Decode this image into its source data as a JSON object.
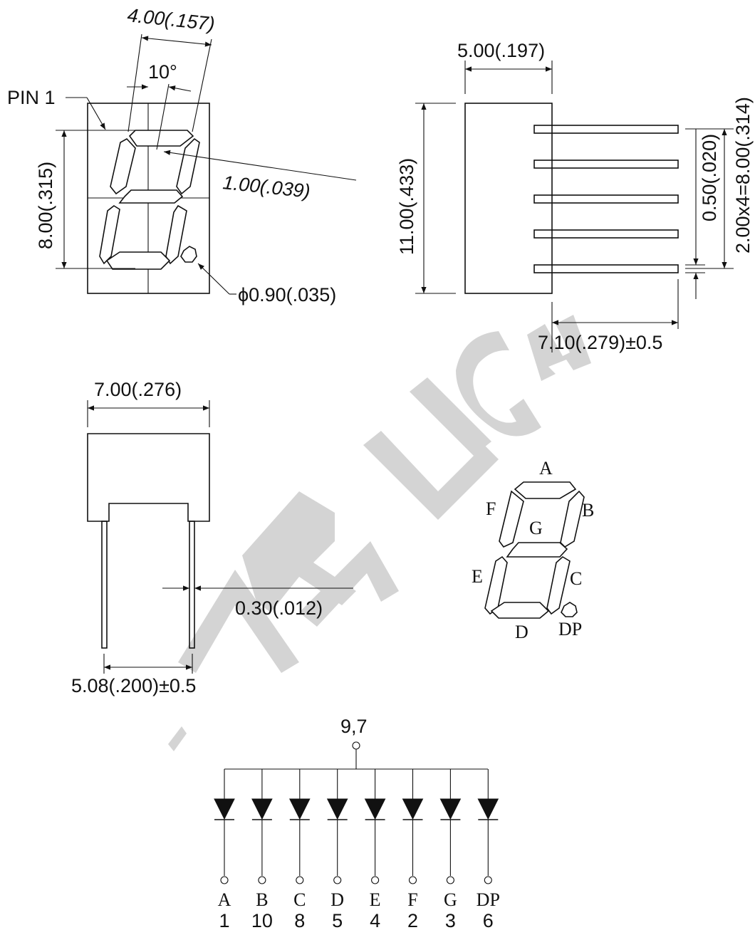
{
  "watermark": {
    "text": "ARA LIGHT",
    "visible_text": "ARA LIGH",
    "color": "#d4d4d4"
  },
  "front_view": {
    "pin1_label": "PIN 1",
    "width_dim": "4.00(.157)",
    "slant_angle": "10°",
    "height_dim": "8.00(.315)",
    "segment_width_dim": "1.00(.039)",
    "dp_dim": "ϕ0.90(.035)"
  },
  "side_view": {
    "depth_dim": "5.00(.197)",
    "height_dim": "11.00(.433)",
    "pin_thickness_dim": "0.50(.020)",
    "pin_pitch_dim": "2.00x4=8.00(.314)",
    "pin_length_dim": "7.10(.279)±0.5"
  },
  "bottom_view": {
    "width_dim": "7.00(.276)",
    "pin_width_dim": "0.30(.012)",
    "row_spacing_dim": "5.08(.200)±0.5"
  },
  "segment_key": {
    "labels": {
      "a": "A",
      "b": "B",
      "c": "C",
      "d": "D",
      "e": "E",
      "f": "F",
      "g": "G",
      "dp": "DP"
    }
  },
  "schematic": {
    "common_pins": "9,7",
    "segments": [
      {
        "segment": "A",
        "pin": "1"
      },
      {
        "segment": "B",
        "pin": "10"
      },
      {
        "segment": "C",
        "pin": "8"
      },
      {
        "segment": "D",
        "pin": "5"
      },
      {
        "segment": "E",
        "pin": "4"
      },
      {
        "segment": "F",
        "pin": "2"
      },
      {
        "segment": "G",
        "pin": "3"
      },
      {
        "segment": "DP",
        "pin": "6"
      }
    ]
  }
}
